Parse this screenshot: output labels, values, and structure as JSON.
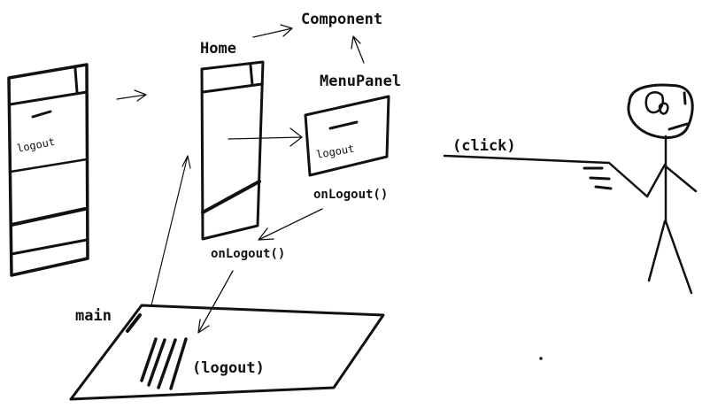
{
  "labels": {
    "component": "Component",
    "home": "Home",
    "menu_panel": "MenuPanel",
    "logout_left": "logout",
    "logout_panel": "logout",
    "on_logout_1": "onLogout()",
    "on_logout_2": "onLogout()",
    "click": "(click)",
    "main": "main",
    "logout_main": "(logout)"
  }
}
